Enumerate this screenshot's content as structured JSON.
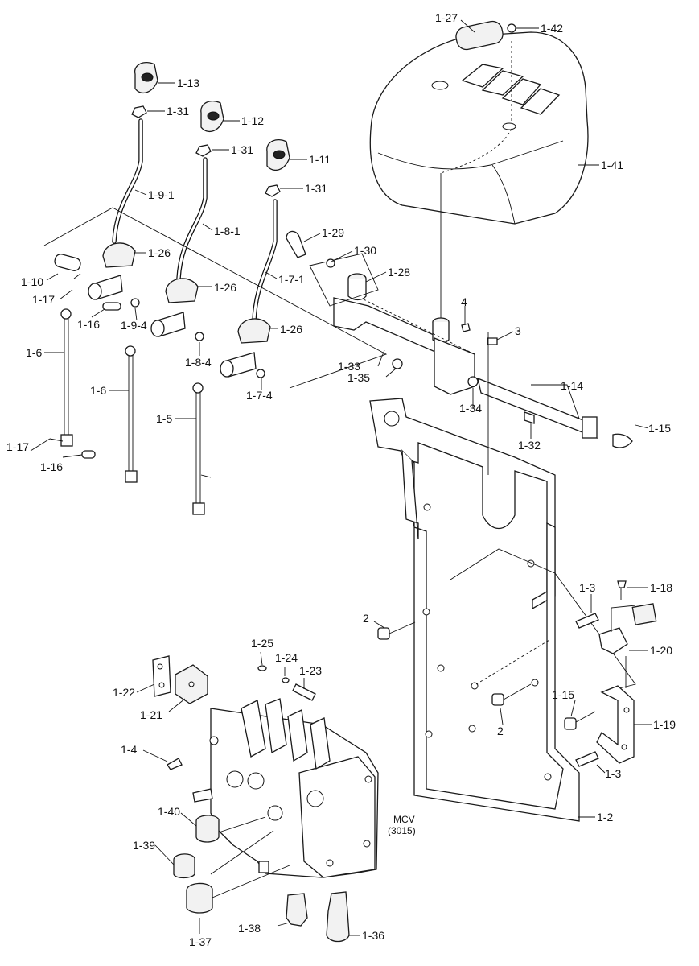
{
  "labels": [
    {
      "id": "1-27",
      "text": "1-27"
    },
    {
      "id": "1-42",
      "text": "1-42"
    },
    {
      "id": "1-41",
      "text": "1-41"
    },
    {
      "id": "1-13",
      "text": "1-13"
    },
    {
      "id": "1-31a",
      "text": "1-31"
    },
    {
      "id": "1-12",
      "text": "1-12"
    },
    {
      "id": "1-31b",
      "text": "1-31"
    },
    {
      "id": "1-11",
      "text": "1-11"
    },
    {
      "id": "1-31c",
      "text": "1-31"
    },
    {
      "id": "1-9-1",
      "text": "1-9-1"
    },
    {
      "id": "1-8-1",
      "text": "1-8-1"
    },
    {
      "id": "1-7-1",
      "text": "1-7-1"
    },
    {
      "id": "1-29",
      "text": "1-29"
    },
    {
      "id": "1-30",
      "text": "1-30"
    },
    {
      "id": "1-28",
      "text": "1-28"
    },
    {
      "id": "1-26a",
      "text": "1-26"
    },
    {
      "id": "1-26b",
      "text": "1-26"
    },
    {
      "id": "1-26c",
      "text": "1-26"
    },
    {
      "id": "1-10",
      "text": "1-10"
    },
    {
      "id": "1-17a",
      "text": "1-17"
    },
    {
      "id": "1-16a",
      "text": "1-16"
    },
    {
      "id": "1-9-4",
      "text": "1-9-4"
    },
    {
      "id": "1-6a",
      "text": "1-6"
    },
    {
      "id": "1-8-4",
      "text": "1-8-4"
    },
    {
      "id": "1-6b",
      "text": "1-6"
    },
    {
      "id": "1-7-4",
      "text": "1-7-4"
    },
    {
      "id": "1-5",
      "text": "1-5"
    },
    {
      "id": "1-17b",
      "text": "1-17"
    },
    {
      "id": "1-16b",
      "text": "1-16"
    },
    {
      "id": "4",
      "text": "4"
    },
    {
      "id": "3a",
      "text": "3"
    },
    {
      "id": "1-33",
      "text": "1-33"
    },
    {
      "id": "1-35",
      "text": "1-35"
    },
    {
      "id": "1-14",
      "text": "1-14"
    },
    {
      "id": "1-34",
      "text": "1-34"
    },
    {
      "id": "1-15a",
      "text": "1-15"
    },
    {
      "id": "1-32",
      "text": "1-32"
    },
    {
      "id": "1-3a",
      "text": "1-3"
    },
    {
      "id": "1-18",
      "text": "1-18"
    },
    {
      "id": "1-20",
      "text": "1-20"
    },
    {
      "id": "2a",
      "text": "2"
    },
    {
      "id": "2b",
      "text": "2"
    },
    {
      "id": "1-15b",
      "text": "1-15"
    },
    {
      "id": "1-19",
      "text": "1-19"
    },
    {
      "id": "1-3b",
      "text": "1-3"
    },
    {
      "id": "1-2",
      "text": "1-2"
    },
    {
      "id": "1-25",
      "text": "1-25"
    },
    {
      "id": "1-24",
      "text": "1-24"
    },
    {
      "id": "1-23",
      "text": "1-23"
    },
    {
      "id": "1-22",
      "text": "1-22"
    },
    {
      "id": "1-21",
      "text": "1-21"
    },
    {
      "id": "1-4",
      "text": "1-4"
    },
    {
      "id": "1-40",
      "text": "1-40"
    },
    {
      "id": "1-39",
      "text": "1-39"
    },
    {
      "id": "1-37",
      "text": "1-37"
    },
    {
      "id": "1-38",
      "text": "1-38"
    },
    {
      "id": "1-36",
      "text": "1-36"
    }
  ],
  "mcv_label": {
    "line1": "MCV",
    "line2": "(3015)"
  }
}
